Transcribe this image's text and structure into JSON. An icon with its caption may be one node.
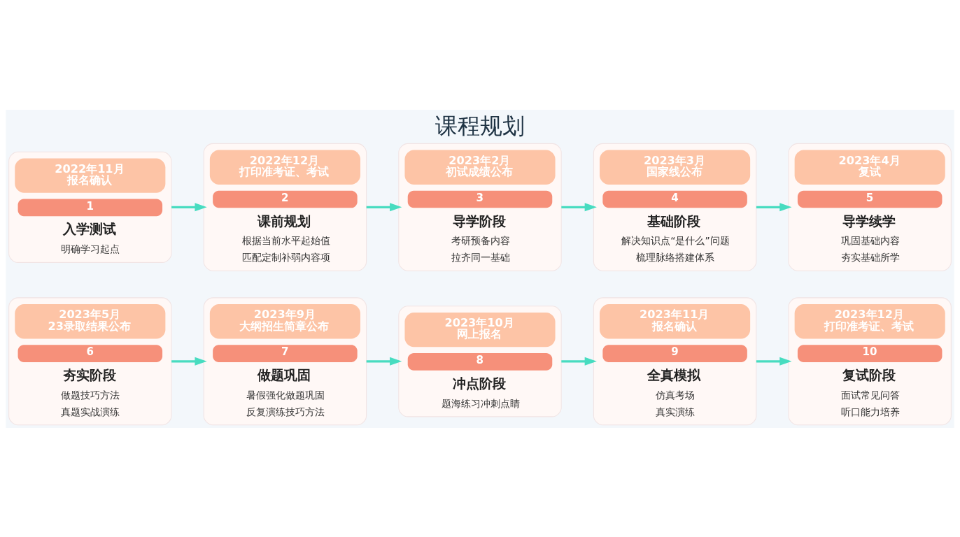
{
  "diagram": {
    "title": "课程规划",
    "nodes": [
      {
        "text": [
          "2022年11月",
          "报名确认",
          "1",
          "入学测试",
          "明确学习起点"
        ]
      },
      {
        "text": [
          "2022年12月",
          "打印准考证、考试",
          "2",
          "课前规划",
          "根据当前水平起始值",
          "匹配定制补弱内容项"
        ]
      },
      {
        "text": [
          "2023年2月",
          "初试成绩公布",
          "3",
          "导学阶段",
          "考研预备内容",
          "拉齐同一基础"
        ]
      },
      {
        "text": [
          "2023年3月",
          "国家线公布",
          "4",
          "基础阶段",
          "解决知识点“是什么”问题",
          "梳理脉络搭建体系"
        ]
      },
      {
        "text": [
          "2023年4月",
          "复试",
          "5",
          "导学续学",
          "巩固基础内容",
          "夯实基础所学"
        ]
      },
      {
        "text": [
          "2023年5月",
          "23录取结果公布",
          "6",
          "夯实阶段",
          "做题技巧方法",
          "真题实战演练"
        ]
      },
      {
        "text": [
          "2023年9月",
          "大纲招生简章公布",
          "7",
          "做题巩固",
          "暑假强化做题巩固",
          "反复演练技巧方法"
        ]
      },
      {
        "text": [
          "2023年10月",
          "网上报名",
          "8",
          "冲点阶段",
          "题海练习冲刺点睛"
        ]
      },
      {
        "text": [
          "2023年11月",
          "报名确认",
          "9",
          "全真模拟",
          "仿真考场",
          "真实演练"
        ]
      },
      {
        "text": [
          "2023年12月",
          "打印准考证、考试",
          "10",
          "复试阶段",
          "面试常见问答",
          "听口能力培养"
        ]
      }
    ],
    "edges": [
      {
        "from": 0,
        "to": 1,
        "arrow": "to"
      },
      {
        "from": 1,
        "to": 2,
        "arrow": "to"
      },
      {
        "from": 2,
        "to": 3,
        "arrow": "to"
      },
      {
        "from": 3,
        "to": 4,
        "arrow": "to"
      },
      {
        "from": 5,
        "to": 6,
        "arrow": "to"
      },
      {
        "from": 6,
        "to": 7,
        "arrow": "to"
      },
      {
        "from": 7,
        "to": 8,
        "arrow": "to"
      },
      {
        "from": 8,
        "to": 9,
        "arrow": "to"
      }
    ]
  }
}
